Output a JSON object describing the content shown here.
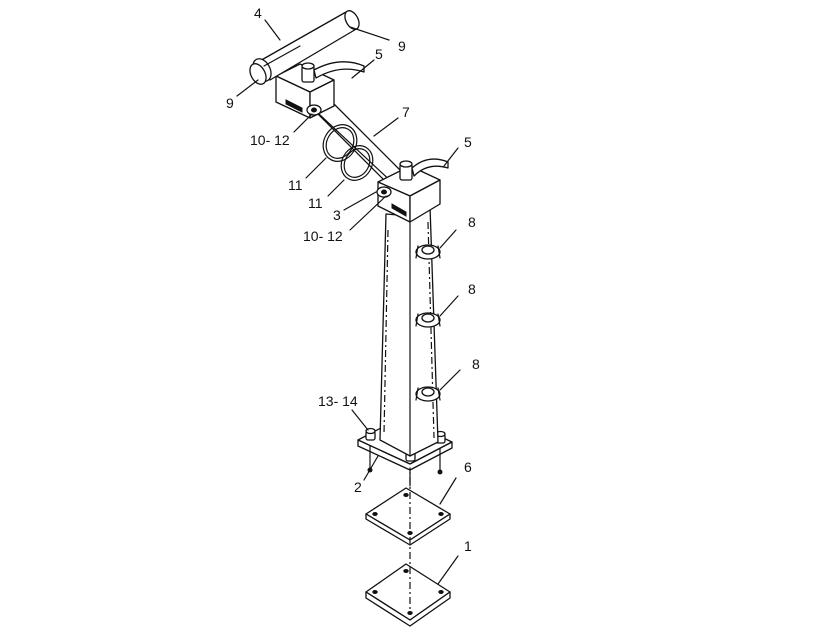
{
  "callouts": [
    {
      "id": "c1",
      "text": "4"
    },
    {
      "id": "c2",
      "text": "9"
    },
    {
      "id": "c3",
      "text": "5"
    },
    {
      "id": "c4",
      "text": "9"
    },
    {
      "id": "c5",
      "text": "7"
    },
    {
      "id": "c6",
      "text": "10- 12"
    },
    {
      "id": "c7",
      "text": "5"
    },
    {
      "id": "c8",
      "text": "11"
    },
    {
      "id": "c9",
      "text": "11"
    },
    {
      "id": "c10",
      "text": "3"
    },
    {
      "id": "c11",
      "text": "10- 12"
    },
    {
      "id": "c12",
      "text": "8"
    },
    {
      "id": "c13",
      "text": "8"
    },
    {
      "id": "c14",
      "text": "8"
    },
    {
      "id": "c15",
      "text": "13- 14"
    },
    {
      "id": "c16",
      "text": "2"
    },
    {
      "id": "c17",
      "text": "6"
    },
    {
      "id": "c18",
      "text": "1"
    }
  ]
}
